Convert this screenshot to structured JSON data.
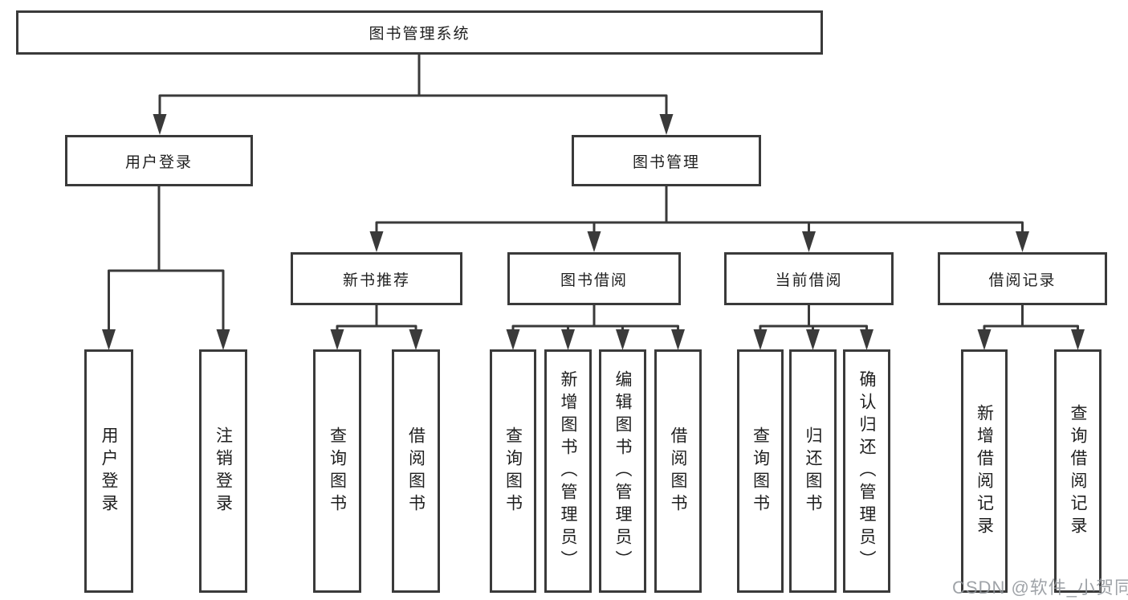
{
  "diagram": {
    "title": "图书管理系统",
    "tree": {
      "label": "图书管理系统",
      "children": [
        {
          "label": "用户登录",
          "children": [
            {
              "label": "用户登录"
            },
            {
              "label": "注销登录"
            }
          ]
        },
        {
          "label": "图书管理",
          "children": [
            {
              "label": "新书推荐",
              "children": [
                {
                  "label": "查询图书"
                },
                {
                  "label": "借阅图书"
                }
              ]
            },
            {
              "label": "图书借阅",
              "children": [
                {
                  "label": "查询图书"
                },
                {
                  "label": "新增图书（管理员）"
                },
                {
                  "label": "编辑图书（管理员）"
                },
                {
                  "label": "借阅图书"
                }
              ]
            },
            {
              "label": "当前借阅",
              "children": [
                {
                  "label": "查询图书"
                },
                {
                  "label": "归还图书"
                },
                {
                  "label": "确认归还（管理员）"
                }
              ]
            },
            {
              "label": "借阅记录",
              "children": [
                {
                  "label": "新增借阅记录"
                },
                {
                  "label": "查询借阅记录"
                }
              ]
            }
          ]
        }
      ]
    },
    "colors": {
      "line": "#3a3a3a",
      "box_border": "#3a3a3a",
      "box_fill": "#ffffff",
      "text": "#1f1f1f",
      "background": "#ffffff",
      "watermark": "#8f9499"
    }
  },
  "watermark": {
    "text": "CSDN @软件_小贺同学"
  }
}
